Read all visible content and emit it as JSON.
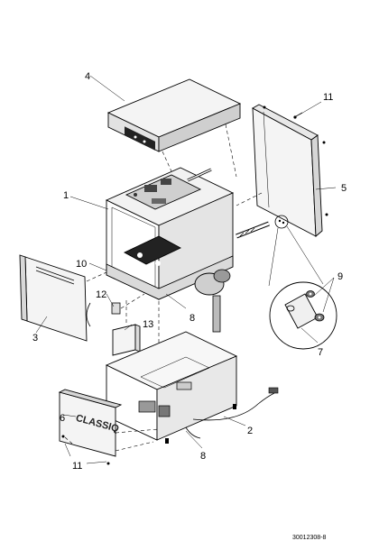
{
  "diagram": {
    "callouts": {
      "c1": "1",
      "c2": "2",
      "c3": "3",
      "c4": "4",
      "c5": "5",
      "c6": "6",
      "c7": "7",
      "c8a": "8",
      "c8b": "8",
      "c9": "9",
      "c10": "10",
      "c11a": "11",
      "c11b": "11",
      "c12": "12",
      "c13": "13"
    },
    "brand_label": "CLASSIQ",
    "document_number": "30012308-8"
  }
}
